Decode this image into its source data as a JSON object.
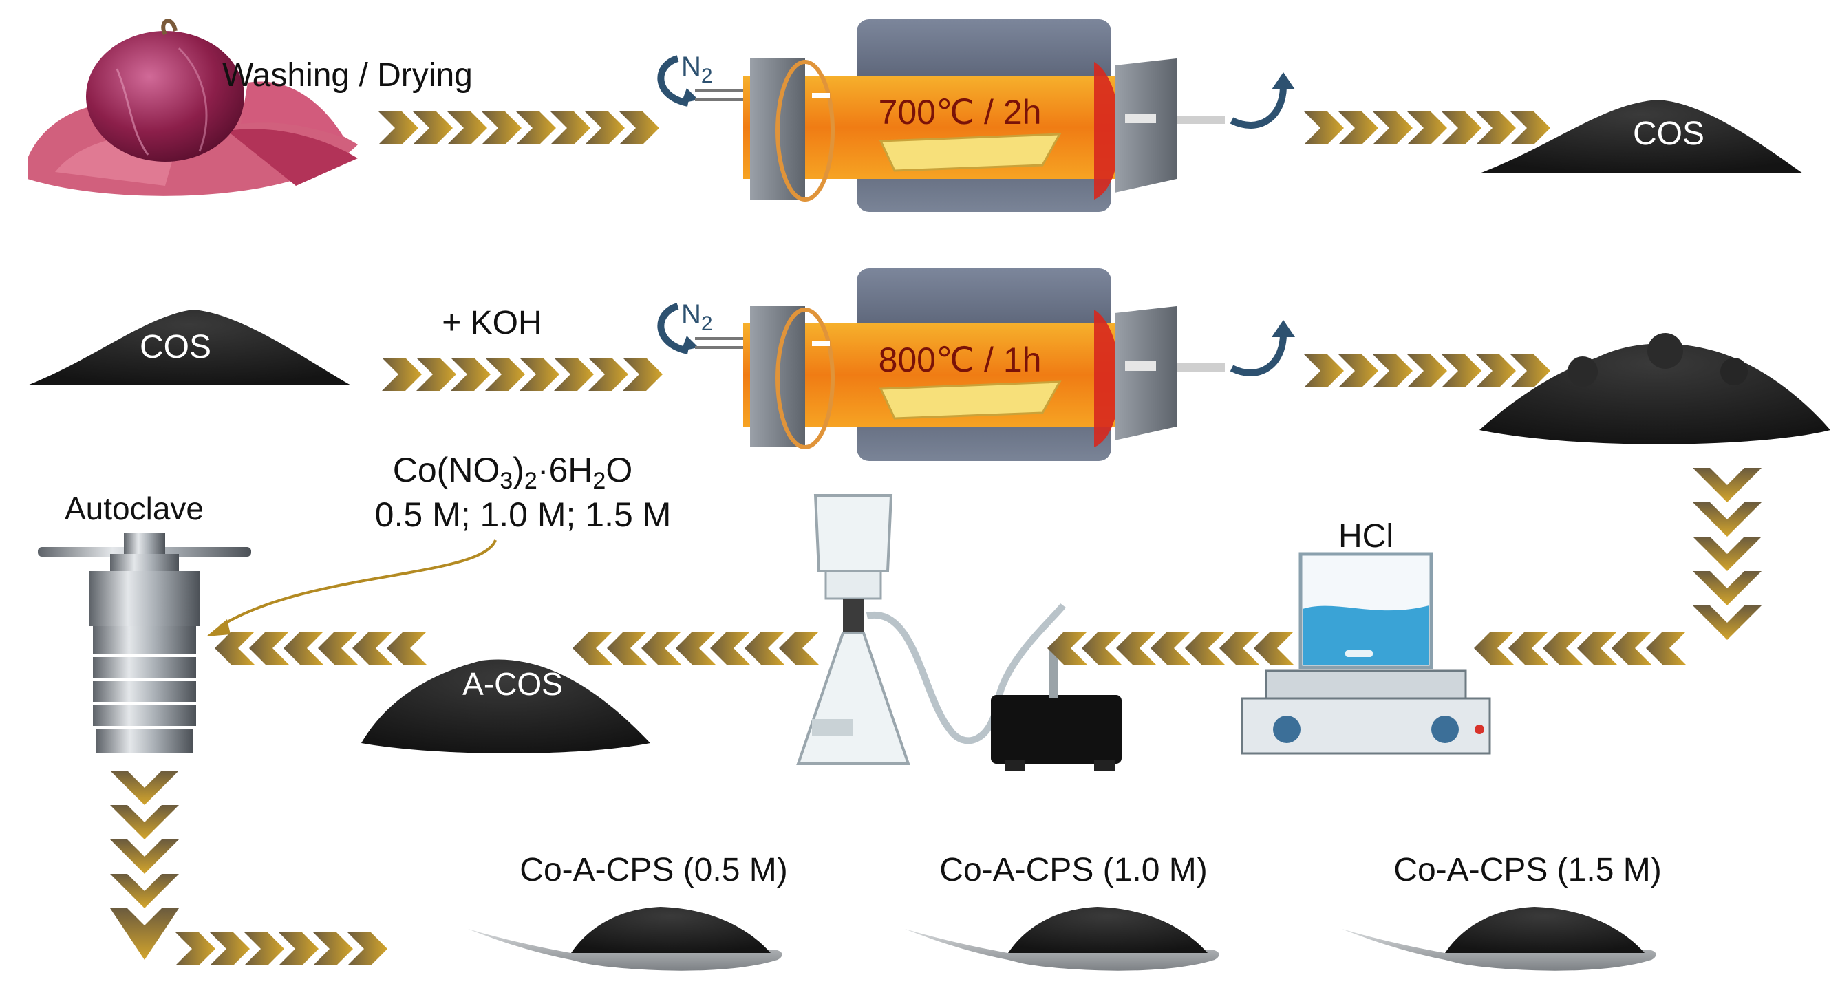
{
  "labels": {
    "washing_drying": "Washing / Drying",
    "n2_top": "N",
    "n2_top_sub": "2",
    "furnace1_temp": "700℃ / 2h",
    "cos_top": "COS",
    "cos_left": "COS",
    "koh": "+ KOH",
    "n2_mid": "N",
    "n2_mid_sub": "2",
    "furnace2_temp": "800℃ / 1h",
    "cobalt_pre": "Co(NO",
    "cobalt_sub3": "3",
    "cobalt_mid": ")",
    "cobalt_sub2": "2",
    "cobalt_dot": "·6H",
    "cobalt_subh": "2",
    "cobalt_end": "O",
    "concentrations": "0.5 M; 1.0 M; 1.5 M",
    "autoclave": "Autoclave",
    "hcl": "HCl",
    "a_cos": "A-COS",
    "product_05": "Co-A-CPS (0.5 M)",
    "product_10": "Co-A-CPS (1.0 M)",
    "product_15": "Co-A-CPS (1.5 M)"
  },
  "colors": {
    "arrow_gold": "#c89a28",
    "arrow_brown": "#6b5b3e",
    "furnace_orange": "#f08a1c",
    "furnace_blue": "#5b6478",
    "powder": "#1f1f1f",
    "onion": "#9b2a55"
  }
}
